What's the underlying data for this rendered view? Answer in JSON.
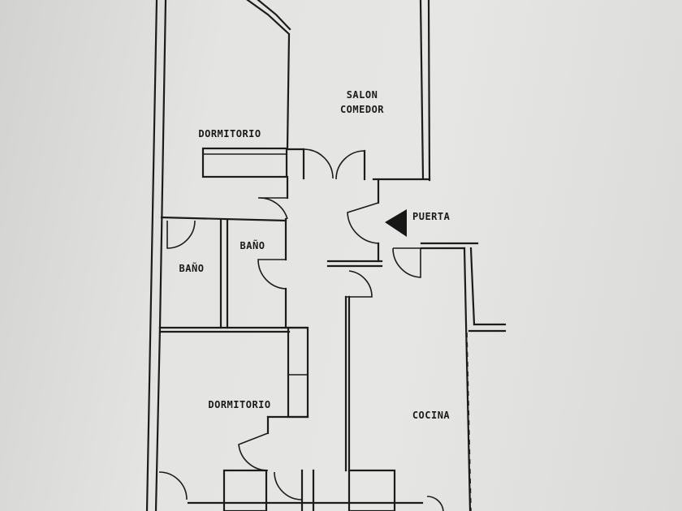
{
  "rooms": {
    "salon_line1": "SALON",
    "salon_line2": "COMEDOR",
    "dormitorio_top": "DORMITORIO",
    "bano_left": "BAÑO",
    "bano_right": "BAÑO",
    "dormitorio_bottom": "DORMITORIO",
    "cocina": "COCINA"
  },
  "entrance": {
    "label": "PUERTA",
    "arrow_icon": "triangle-left-icon"
  },
  "colors": {
    "paper": "#e2e2e0",
    "ink": "#1c1c1c"
  }
}
